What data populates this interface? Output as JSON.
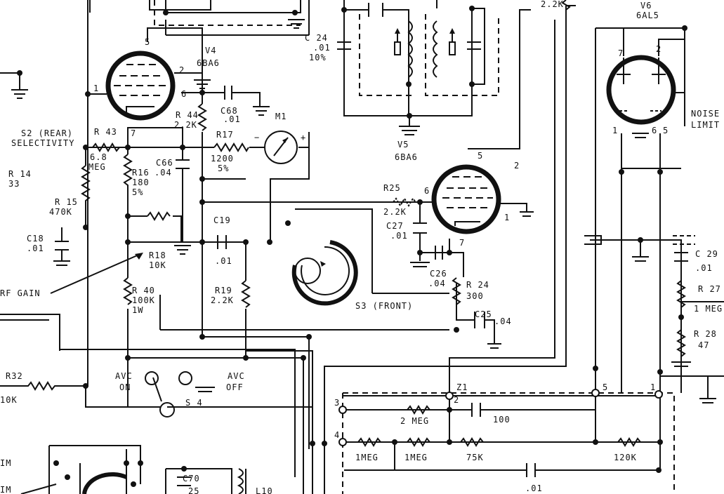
{
  "tubes": [
    {
      "id": "v4",
      "ref": "V4",
      "type": "6BA6"
    },
    {
      "id": "v5",
      "ref": "V5",
      "type": "6BA6"
    },
    {
      "id": "v6",
      "ref": "V6",
      "type": "6AL5"
    }
  ],
  "pins": {
    "v4": [
      "5",
      "2",
      "1",
      "6",
      "7"
    ],
    "v5": [
      "5",
      "6",
      "2",
      "1",
      "7"
    ],
    "v6": [
      "7",
      "2",
      "1",
      "6",
      "5"
    ],
    "z1": [
      "3",
      "4",
      "2",
      "5",
      "1"
    ]
  },
  "labels": [
    {
      "id": "r14",
      "lines": [
        "R 14",
        "33"
      ]
    },
    {
      "id": "r15",
      "lines": [
        "R 15",
        "470K"
      ]
    },
    {
      "id": "c18",
      "lines": [
        "C18",
        ".01"
      ]
    },
    {
      "id": "s2",
      "lines": [
        "S2 (REAR)",
        "SELECTIVITY"
      ]
    },
    {
      "id": "r43",
      "lines": [
        "R 43"
      ]
    },
    {
      "id": "r43val",
      "lines": [
        "6.8",
        "MEG"
      ]
    },
    {
      "id": "r16",
      "lines": [
        "R16",
        "180",
        "5%"
      ]
    },
    {
      "id": "c66",
      "lines": [
        "C66",
        ".04"
      ]
    },
    {
      "id": "r44",
      "lines": [
        "R 44",
        "2.2K"
      ]
    },
    {
      "id": "c68",
      "lines": [
        "C68",
        ".01"
      ]
    },
    {
      "id": "m1",
      "lines": [
        "M1"
      ]
    },
    {
      "id": "r17",
      "lines": [
        "R17",
        "1200",
        "5%"
      ]
    },
    {
      "id": "c24",
      "lines": [
        "C 24",
        ".01",
        "10%"
      ]
    },
    {
      "id": "r22",
      "lines": [
        "2.2K"
      ]
    },
    {
      "id": "c19",
      "lines": [
        "C19"
      ]
    },
    {
      "id": "c19val",
      "lines": [
        ".01"
      ]
    },
    {
      "id": "r18",
      "lines": [
        "R18",
        "10K"
      ]
    },
    {
      "id": "rfgain",
      "lines": [
        "RF GAIN"
      ]
    },
    {
      "id": "r40",
      "lines": [
        "R 40",
        "100K",
        "1W"
      ]
    },
    {
      "id": "r19",
      "lines": [
        "R19",
        "2.2K"
      ]
    },
    {
      "id": "r25",
      "lines": [
        "R25",
        "2.2K"
      ]
    },
    {
      "id": "c27",
      "lines": [
        "C27",
        ".01"
      ]
    },
    {
      "id": "c26",
      "lines": [
        "C26",
        ".04"
      ]
    },
    {
      "id": "r24",
      "lines": [
        "R 24",
        "300"
      ]
    },
    {
      "id": "s3",
      "lines": [
        "S3 (FRONT)"
      ]
    },
    {
      "id": "c25",
      "lines": [
        "C25",
        ".04"
      ]
    },
    {
      "id": "noise",
      "lines": [
        "NOISE",
        "LIMIT"
      ]
    },
    {
      "id": "c29",
      "lines": [
        "C 29",
        ".01"
      ]
    },
    {
      "id": "r27",
      "lines": [
        "R 27",
        "1 MEG"
      ]
    },
    {
      "id": "r28",
      "lines": [
        "R 28",
        "47"
      ]
    },
    {
      "id": "r32",
      "lines": [
        "R32",
        "10K"
      ]
    },
    {
      "id": "avcon",
      "lines": [
        "AVC",
        "ON"
      ]
    },
    {
      "id": "avcoff",
      "lines": [
        "AVC",
        "OFF"
      ]
    },
    {
      "id": "s4",
      "lines": [
        "S 4"
      ]
    },
    {
      "id": "z1",
      "lines": [
        "Z1"
      ]
    },
    {
      "id": "z2meg",
      "lines": [
        "2 MEG"
      ]
    },
    {
      "id": "z100",
      "lines": [
        "100"
      ]
    },
    {
      "id": "z1meg_a",
      "lines": [
        "1MEG"
      ]
    },
    {
      "id": "z1meg_b",
      "lines": [
        "1MEG"
      ]
    },
    {
      "id": "z75k",
      "lines": [
        "75K"
      ]
    },
    {
      "id": "z120k",
      "lines": [
        "120K"
      ]
    },
    {
      "id": "z01",
      "lines": [
        ".01"
      ]
    },
    {
      "id": "c70",
      "lines": [
        "C70",
        "25"
      ]
    },
    {
      "id": "l10",
      "lines": [
        "L10"
      ]
    },
    {
      "id": "im1",
      "lines": [
        "IM"
      ]
    },
    {
      "id": "im2",
      "lines": [
        "IM"
      ]
    }
  ],
  "meter_polarity": {
    "minus": "−",
    "plus": "+"
  }
}
